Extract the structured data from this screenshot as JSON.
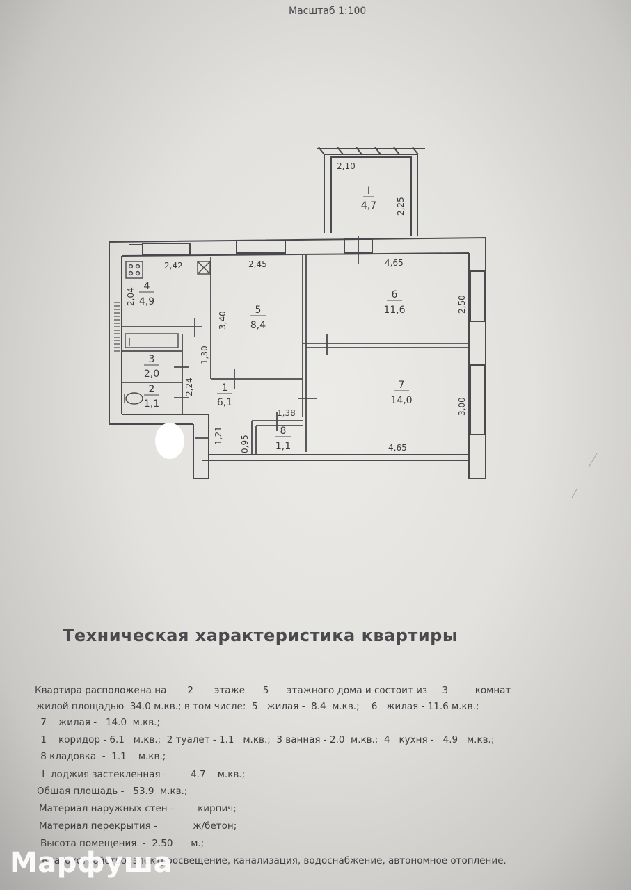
{
  "header": {
    "scale": "Масштаб 1:100"
  },
  "plan": {
    "rooms": [
      {
        "num": "I",
        "area": "4,7"
      },
      {
        "num": "4",
        "area": "4,9"
      },
      {
        "num": "5",
        "area": "8,4"
      },
      {
        "num": "6",
        "area": "11,6"
      },
      {
        "num": "3",
        "area": "2,0"
      },
      {
        "num": "2",
        "area": "1,1"
      },
      {
        "num": "1",
        "area": "6,1"
      },
      {
        "num": "7",
        "area": "14,0"
      },
      {
        "num": "8",
        "area": "1,1"
      }
    ],
    "dimensions": [
      "2,10",
      "2,25",
      "2,42",
      "2,45",
      "4,65",
      "2,04",
      "3,40",
      "2,50",
      "1,30",
      "2,24",
      "1,38",
      "1,21",
      "0,95",
      "3,00",
      "4,65"
    ]
  },
  "tech": {
    "title": "Техническая характеристика квартиры",
    "lines": [
      "Квартира расположена на       2       этаже      5      этажного дома и состоит из     3         комнат",
      "жилой площадью  34.0 м.кв.; в том числе:  5   жилая -  8.4  м.кв.;    6   жилая - 11.6 м.кв.;",
      " 7    жилая -   14.0  м.кв.;",
      " 1    коридор - 6.1   м.кв.;  2 туалет - 1.1   м.кв.;  3 ванная - 2.0  м.кв.;  4   кухня -   4.9   м.кв.;",
      " 8 кладовка  -  1.1    м.кв.;",
      " I  лоджия застекленная -        4.7    м.кв.;",
      "Общая площадь -   53.9  м.кв.;",
      "Материал наружных стен -        кирпич;",
      "Материал перекрытия -            ж/бетон;",
      "Высота помещения  -  2.50      м.;",
      "Благоустройство: электроосвещение, канализация, водоснабжение, автономное отопление."
    ]
  },
  "watermark": "Марфуша"
}
